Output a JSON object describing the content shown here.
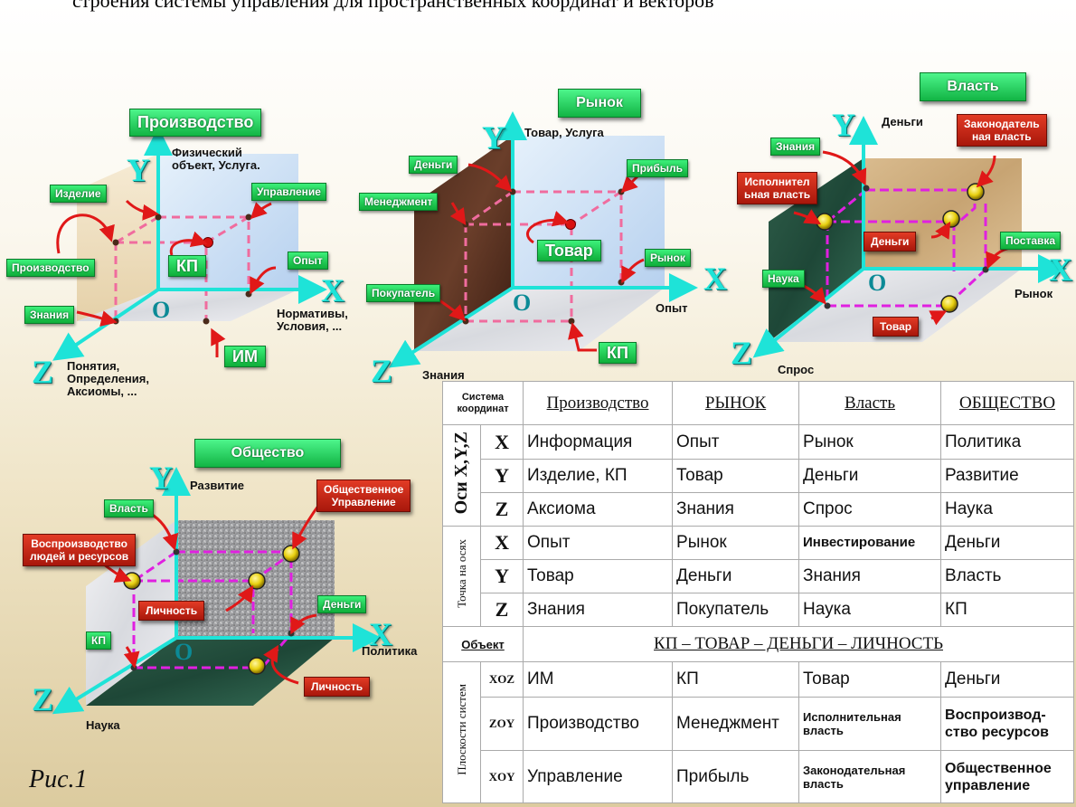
{
  "top_text": "строения системы управления для пространственных координат и векторов",
  "caption": "Рис.1",
  "colors": {
    "axis": "#1ee3d8",
    "dash_pink": "#f06c9e",
    "dash_magenta": "#e020e0",
    "green_tag": "#18c24c",
    "red_tag": "#c2200e"
  },
  "diagrams": {
    "production": {
      "title": "Производство",
      "axis_x": "X",
      "axis_y": "Y",
      "axis_z": "Z",
      "origin": "O",
      "y_label": "Физический\nобъект, Услуга.",
      "x_label": "Нормативы,\nУсловия, ...",
      "z_label": "Понятия,\nОпределения,\nАксиомы, ...",
      "tags": {
        "izdelie": "Изделие",
        "upravlenie": "Управление",
        "proizvodstvo": "Производство",
        "opyt": "Опыт",
        "znaniya": "Знания",
        "kp": "КП",
        "im": "ИМ"
      }
    },
    "market": {
      "title": "Рынок",
      "axis_x": "X",
      "axis_y": "Y",
      "axis_z": "Z",
      "origin": "O",
      "y_label": "Товар, Услуга",
      "x_label": "Опыт",
      "z_label": "Знания",
      "tags": {
        "dengi": "Деньги",
        "pribyl": "Прибыль",
        "menedzhment": "Менеджмент",
        "tovar": "Товар",
        "rynok": "Рынок",
        "pokupatel": "Покупатель",
        "kp": "КП"
      }
    },
    "power": {
      "title": "Власть",
      "axis_x": "X",
      "axis_y": "Y",
      "axis_z": "Z",
      "origin": "O",
      "y_label": "Деньги",
      "x_label": "Рынок",
      "z_label": "Спрос",
      "tags": {
        "znaniya": "Знания",
        "nauka": "Наука",
        "postavka": "Поставка"
      },
      "red_tags": {
        "zakonodatel": "Законодатель\nная власть",
        "ispolnitel": "Исполнител\nьная власть",
        "dengi": "Деньги",
        "tovar": "Товар"
      }
    },
    "society": {
      "title": "Общество",
      "axis_x": "X",
      "axis_y": "Y",
      "axis_z": "Z",
      "origin": "O",
      "y_label": "Развитие",
      "x_label": "Политика",
      "z_label": "Наука",
      "tags": {
        "vlast": "Власть",
        "kp": "КП",
        "dengi": "Деньги"
      },
      "red_tags": {
        "obshch": "Общественное\nУправление",
        "vosproizv": "Воспроизводство\nлюдей и ресурсов",
        "lichnost1": "Личность",
        "lichnost2": "Личность"
      }
    }
  },
  "table": {
    "corner": "Система\nкоординат",
    "headers": [
      "Производство",
      "РЫНОК",
      "Власть",
      "ОБЩЕСТВО"
    ],
    "group_axes": "Оси X,Y,Z",
    "group_points": "Точка на осях",
    "group_planes": "Плоскости систем",
    "axes_rows": [
      {
        "axis": "X",
        "values": [
          "Информация",
          "Опыт",
          "Рынок",
          "Политика"
        ]
      },
      {
        "axis": "Y",
        "values": [
          "Изделие, КП",
          "Товар",
          "Деньги",
          "Развитие"
        ]
      },
      {
        "axis": "Z",
        "values": [
          "Аксиома",
          "Знания",
          "Спрос",
          "Наука"
        ]
      }
    ],
    "point_rows": [
      {
        "axis": "X",
        "values": [
          "Опыт",
          "Рынок",
          "Инвестирование",
          "Деньги"
        ]
      },
      {
        "axis": "Y",
        "values": [
          "Товар",
          "Деньги",
          "Знания",
          "Власть"
        ]
      },
      {
        "axis": "Z",
        "values": [
          "Знания",
          "Покупатель",
          "Наука",
          "КП"
        ]
      }
    ],
    "object_label": "Объект",
    "object_value": "КП – ТОВАР – ДЕНЬГИ – ЛИЧНОСТЬ",
    "plane_rows": [
      {
        "plane": "XOZ",
        "values": [
          "ИМ",
          "КП",
          "Товар",
          "Деньги"
        ]
      },
      {
        "plane": "ZOY",
        "values": [
          "Производство",
          "Менеджмент",
          "Исполнительная власть",
          "Воспроизвод-ство ресурсов"
        ]
      },
      {
        "plane": "XOY",
        "values": [
          "Управление",
          "Прибыль",
          "Законодательная власть",
          "Общественное управление"
        ]
      }
    ]
  }
}
